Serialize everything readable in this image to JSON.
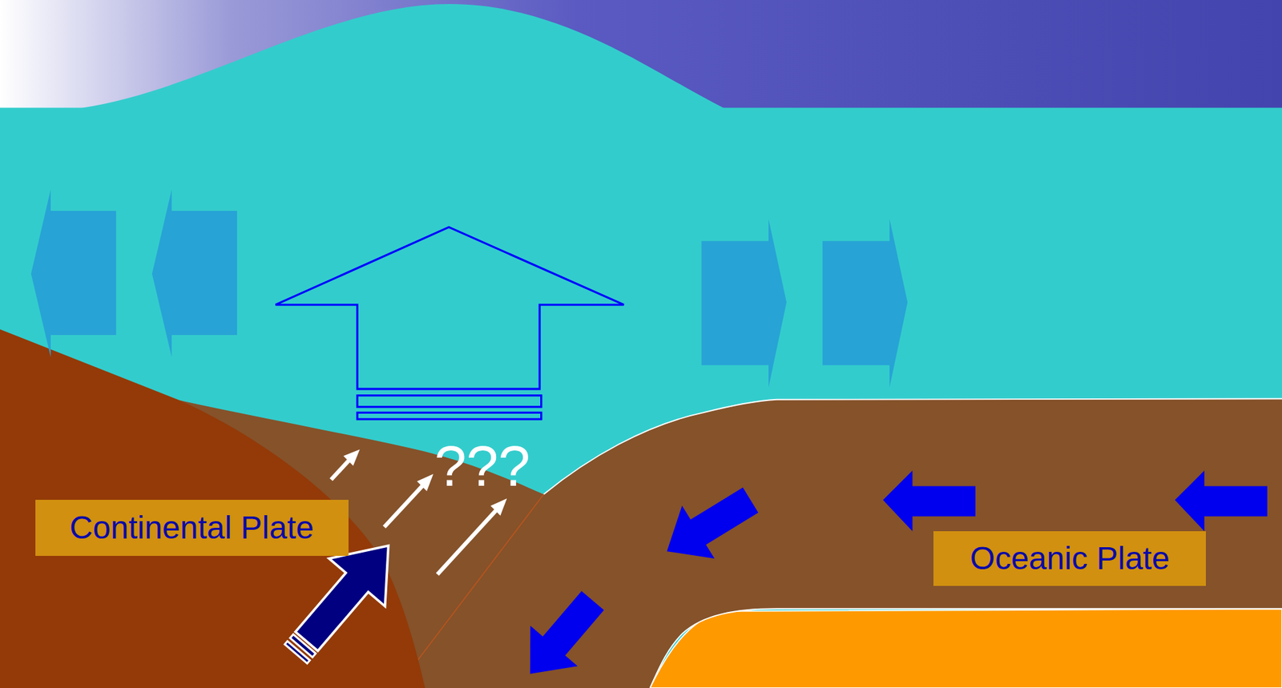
{
  "diagram": {
    "nodes": [
      {
        "text": [
          "Continental Plate"
        ]
      },
      {
        "text": [
          "Oceanic Plate"
        ]
      }
    ],
    "labels": [
      "???"
    ]
  }
}
